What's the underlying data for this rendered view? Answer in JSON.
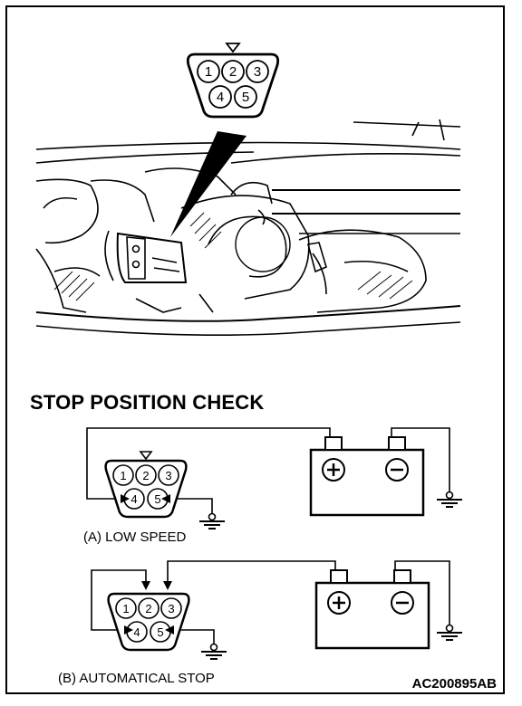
{
  "heading": "STOP POSITION CHECK",
  "connector_pins": [
    "1",
    "2",
    "3",
    "4",
    "5"
  ],
  "circuit_a": {
    "caption": "(A) LOW SPEED"
  },
  "circuit_b": {
    "caption": "(B) AUTOMATICAL STOP"
  },
  "battery": {
    "positive_symbol": "+",
    "negative_symbol": "−"
  },
  "figure_code": "AC200895AB"
}
